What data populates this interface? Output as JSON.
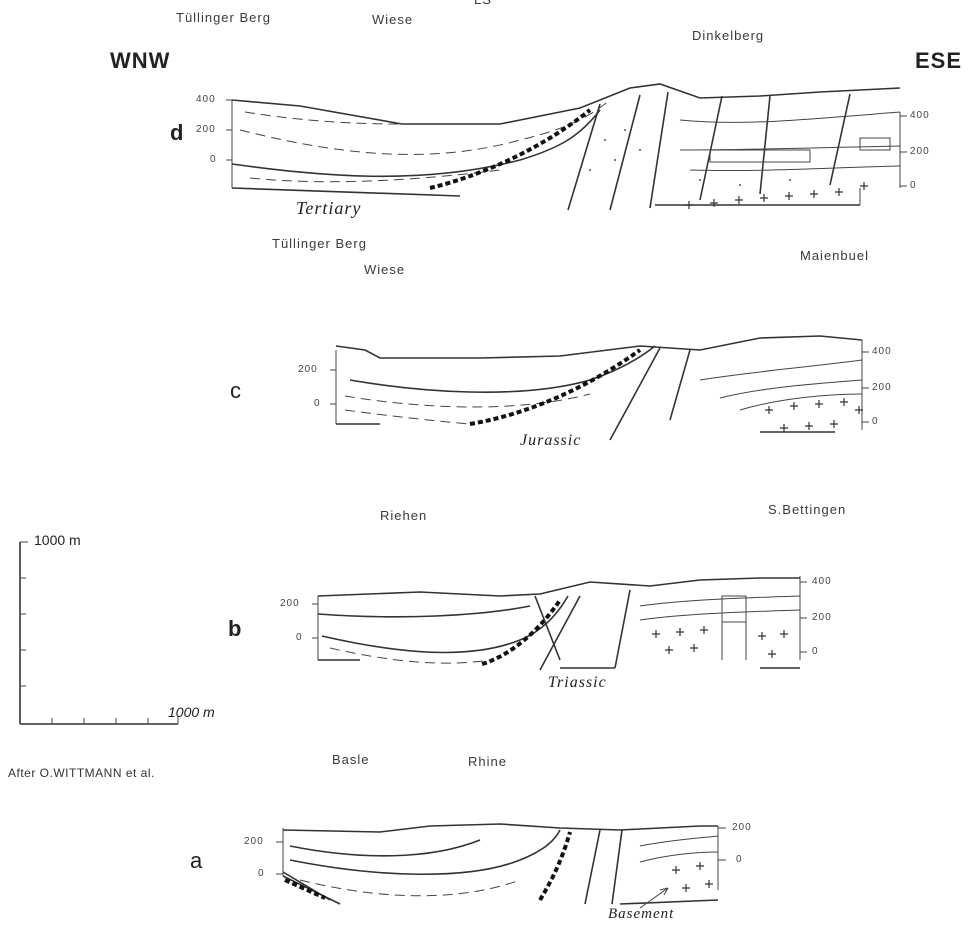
{
  "header": {
    "west": "WNW",
    "east": "ESE",
    "top_center_mark": "LS"
  },
  "sections": [
    {
      "id": "d",
      "letter": "d",
      "places": [
        "Tüllinger Berg",
        "Wiese",
        "Dinkelberg"
      ],
      "left_ticks": [
        "400",
        "200",
        "0"
      ],
      "right_ticks": [
        "400",
        "200",
        "0"
      ],
      "unit_label": "Tertiary"
    },
    {
      "id": "c",
      "letter": "c",
      "places": [
        "Tüllinger Berg",
        "Wiese",
        "Maienbuel"
      ],
      "left_ticks": [
        "200",
        "0"
      ],
      "right_ticks": [
        "400",
        "200",
        "0"
      ],
      "unit_label": "Jurassic"
    },
    {
      "id": "b",
      "letter": "b",
      "places": [
        "Riehen",
        "S.Bettingen"
      ],
      "left_ticks": [
        "200",
        "0"
      ],
      "right_ticks": [
        "400",
        "200",
        "0"
      ],
      "unit_label": "Triassic"
    },
    {
      "id": "a",
      "letter": "a",
      "places": [
        "Basle",
        "Rhine"
      ],
      "left_ticks": [
        "200",
        "0"
      ],
      "right_ticks": [
        "200",
        "0"
      ],
      "unit_label": "Basement"
    }
  ],
  "scale_bar": {
    "vertical": "1000 m",
    "horizontal": "1000 m"
  },
  "credit": "After O.WITTMANN   et al."
}
